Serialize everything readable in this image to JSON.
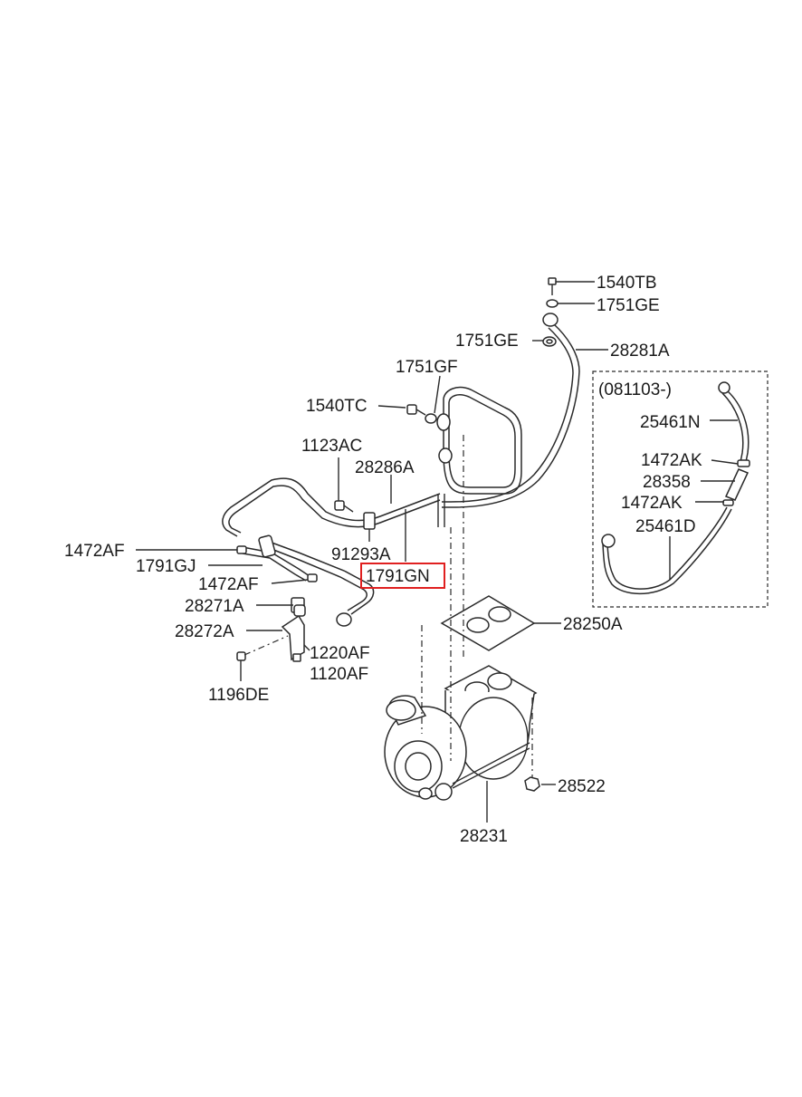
{
  "highlight_color": "#e02020",
  "variant_box": {
    "label": "(081103-)"
  },
  "parts": {
    "p1540TB": "1540TB",
    "p1751GE_top": "1751GE",
    "p1751GE_left": "1751GE",
    "p28281A": "28281A",
    "p1751GF": "1751GF",
    "p1540TC": "1540TC",
    "p1123AC": "1123AC",
    "p28286A": "28286A",
    "p1472AF_a": "1472AF",
    "p1791GJ": "1791GJ",
    "p1472AF_b": "1472AF",
    "p91293A": "91293A",
    "p1791GN": "1791GN",
    "p28271A": "28271A",
    "p28272A": "28272A",
    "p1220AF": "1220AF",
    "p1120AF": "1120AF",
    "p1196DE": "1196DE",
    "p28250A": "28250A",
    "p28522": "28522",
    "p28231": "28231",
    "p25461N": "25461N",
    "p1472AK_a": "1472AK",
    "p28358": "28358",
    "p1472AK_b": "1472AK",
    "p25461D": "25461D"
  }
}
